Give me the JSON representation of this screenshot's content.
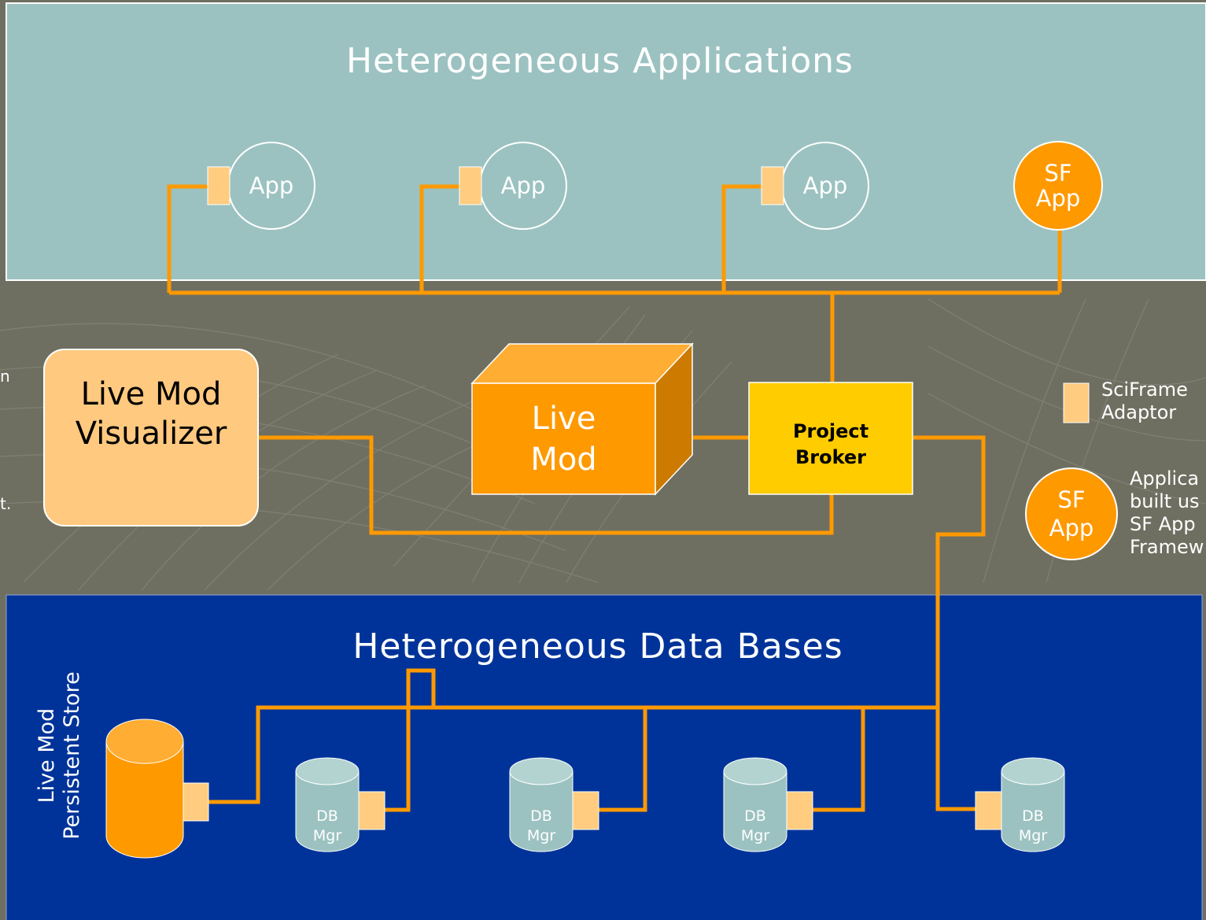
{
  "top_panel": {
    "title": "Heterogeneous Applications"
  },
  "apps": [
    {
      "label": "App"
    },
    {
      "label": "App"
    },
    {
      "label": "App"
    },
    {
      "label": "SF\nApp"
    }
  ],
  "visualizer": {
    "label": "Live Mod\nVisualizer"
  },
  "live_mod": {
    "label": "Live\nMod"
  },
  "broker": {
    "label": "Project\nBroker"
  },
  "legend": {
    "adaptor_label": "SciFrame\nAdaptor",
    "sf_app_badge": "SF\nApp",
    "sf_app_desc": "Applica\nbuilt us\nSF App\nFramew"
  },
  "left_edge_fragments": [
    "n",
    "t."
  ],
  "bottom_panel": {
    "title": "Heterogeneous Data Bases",
    "store_label": "Live Mod\nPersistent Store"
  },
  "db_managers": [
    {
      "label": "DB\nMgr"
    },
    {
      "label": "DB\nMgr"
    },
    {
      "label": "DB\nMgr"
    },
    {
      "label": "DB\nMgr"
    }
  ],
  "colors": {
    "top_panel": "#9bc2c0",
    "bottom_panel": "#003399",
    "connector": "#ff9900",
    "adaptor": "#ffcc80",
    "live_mod": "#ff9900",
    "broker": "#ffcc00",
    "visualizer": "#ffc97f",
    "db_cylinder": "#9bc2c0"
  }
}
